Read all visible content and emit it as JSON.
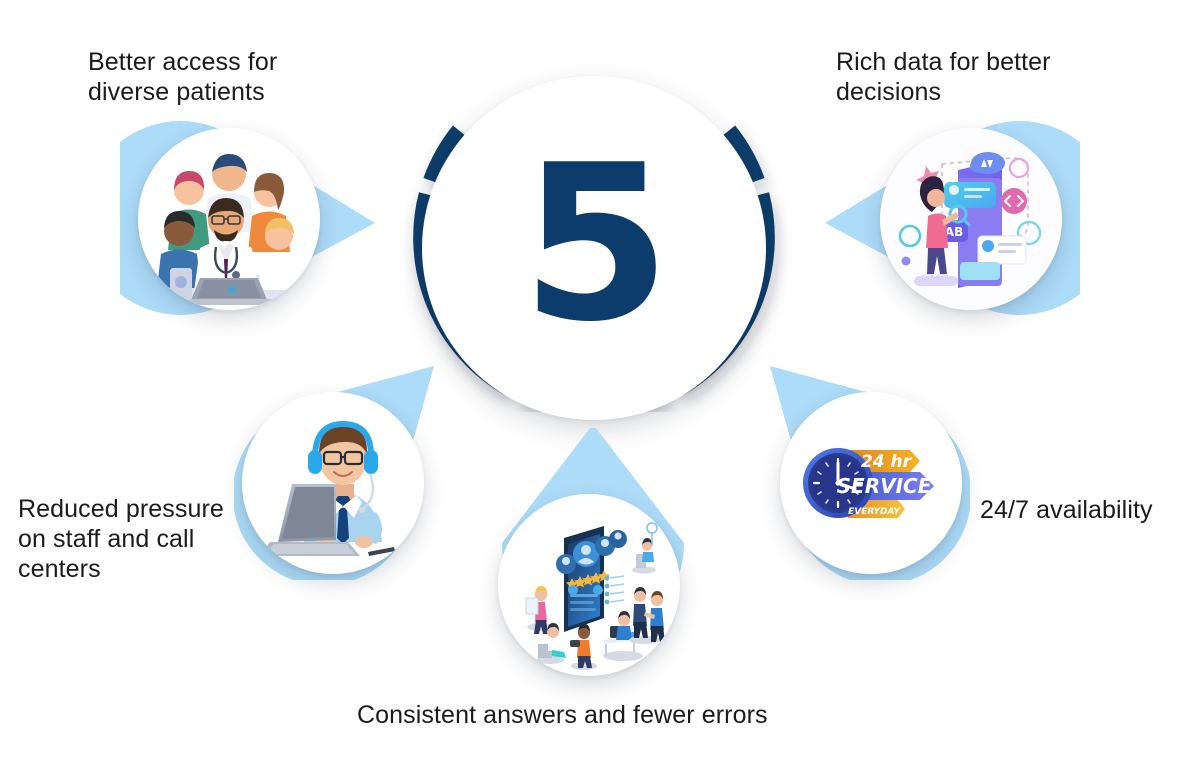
{
  "theme": {
    "background": "#ffffff",
    "accent_navy": "#0b3c6b",
    "accent_light_blue": "#ADDCF8",
    "text_color": "#1b1b1b"
  },
  "hub": {
    "number": "5",
    "ring_segments": 5,
    "ring_color": "#0b3c6b",
    "disc_color": "#ffffff"
  },
  "nodes": [
    {
      "id": "better-access",
      "position": "top-left",
      "caption": "Better access for\ndiverse patients",
      "icon_name": "diverse-medical-team-illustration",
      "pointer_direction": "right"
    },
    {
      "id": "rich-data",
      "position": "top-right",
      "caption": "Rich data for better\ndecisions",
      "icon_name": "data-dashboard-illustration",
      "pointer_direction": "left"
    },
    {
      "id": "reduced-pressure",
      "position": "bottom-left",
      "caption": "Reduced pressure\non staff and call\ncenters",
      "icon_name": "call-center-agent-illustration",
      "pointer_direction": "up-right"
    },
    {
      "id": "consistent-answers",
      "position": "bottom-center",
      "caption": "Consistent answers and fewer errors",
      "icon_name": "patient-reviews-mobile-illustration",
      "pointer_direction": "up"
    },
    {
      "id": "availability",
      "position": "bottom-right",
      "caption": "24/7 availability",
      "icon_name": "24hr-service-clock-badge",
      "pointer_direction": "up-left",
      "badge": {
        "line1": "24 hr",
        "line2": "SERVICE",
        "line3": "EVERYDAY"
      }
    }
  ],
  "chart_data": {
    "type": "diagram",
    "title": "5 benefits hub-and-spoke infographic",
    "center_value": "5",
    "categories": [
      "Better access for diverse patients",
      "Rich data for better decisions",
      "Reduced pressure on staff and call centers",
      "Consistent answers and fewer errors",
      "24/7 availability"
    ],
    "values": [
      1,
      1,
      1,
      1,
      1
    ],
    "legend": []
  }
}
